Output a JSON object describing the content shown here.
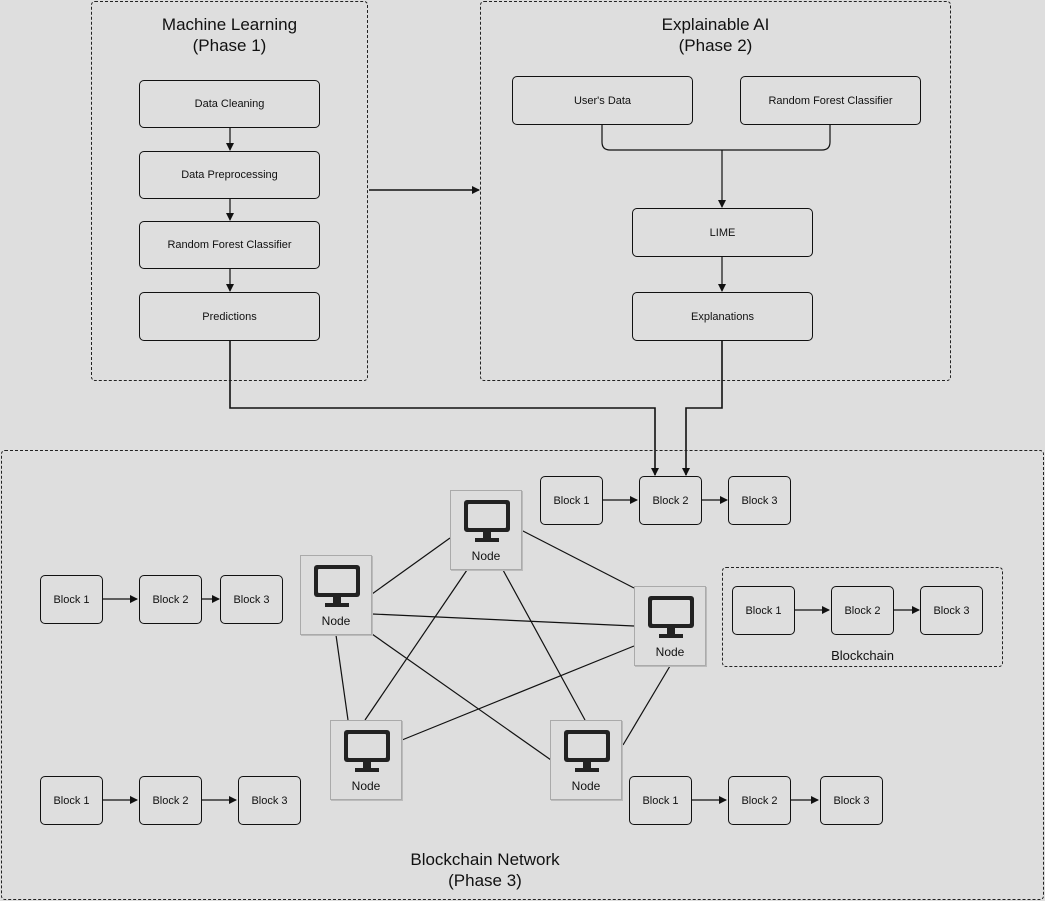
{
  "phase1": {
    "title": "Machine Learning",
    "subtitle": "(Phase 1)",
    "steps": [
      "Data Cleaning",
      "Data Preprocessing",
      "Random Forest Classifier",
      "Predictions"
    ]
  },
  "phase2": {
    "title": "Explainable AI",
    "subtitle": "(Phase 2)",
    "inputs": [
      "User's Data",
      "Random Forest Classifier"
    ],
    "lime": "LIME",
    "explanations": "Explanations"
  },
  "phase3": {
    "title": "Blockchain Network",
    "subtitle": "(Phase 3)",
    "node_label": "Node",
    "blockchain_label": "Blockchain",
    "blocks": [
      "Block 1",
      "Block 2",
      "Block 3"
    ]
  }
}
